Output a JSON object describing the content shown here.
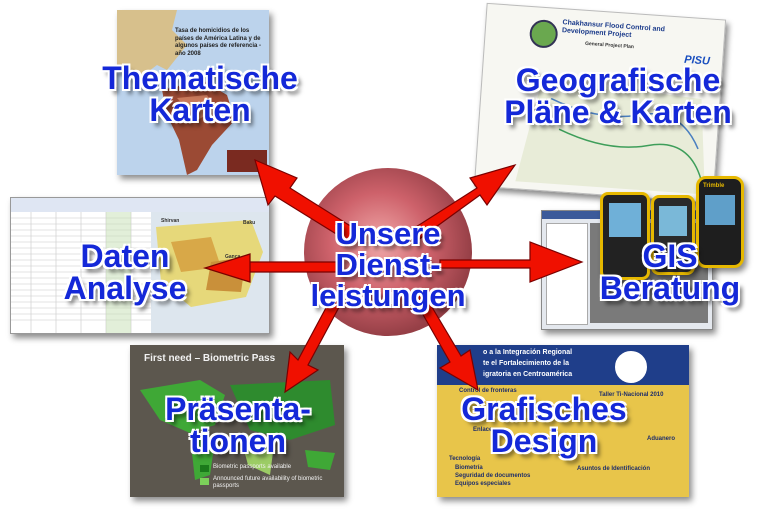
{
  "center": {
    "line1": "Unsere",
    "line2": "Dienst-",
    "line3": "leistungen"
  },
  "services": {
    "thematic": {
      "line1": "Thematische",
      "line2": "Karten"
    },
    "geo": {
      "line1": "Geografische",
      "line2": "Pläne & Karten"
    },
    "data": {
      "line1": "Daten",
      "line2": "Analyse"
    },
    "gis": {
      "line1": "GIS",
      "line2": "Beratung"
    },
    "presentations": {
      "line1": "Präsenta-",
      "line2": "tionen"
    },
    "design": {
      "line1": "Grafisches",
      "line2": "Design"
    }
  },
  "thumbs": {
    "map_title": "Tasa de homicidios de los países de América Latina y de algunos países de referencia - año 2008",
    "project_title": "Chakhansur Flood Control and Development Project",
    "project_subtitle": "General Project Plan",
    "project_logo": "PISU",
    "map2_labels": [
      "Shirvan",
      "Baku",
      "Ganca"
    ],
    "slide_title": "First need – Biometric Pass",
    "slide_legend": [
      "Biometric passports available",
      "Announced future availability of biometric passports"
    ],
    "poster_header": [
      "o a la Integración Regional",
      "te el Fortalecimiento de la",
      "igratoria en Centroamérica"
    ],
    "poster_items": [
      "Control de fronteras",
      "Taller Ti-Nacional 2010",
      "Enlace",
      "Aduanero",
      "Tecnología",
      "Biometría",
      "Seguridad de documentos",
      "Equipos especiales",
      "Asuntos de Identificación"
    ],
    "device_brand": "Trimble"
  },
  "colors": {
    "arrow": "#f01000",
    "label": "#1428d8",
    "center": "#c0404a"
  }
}
